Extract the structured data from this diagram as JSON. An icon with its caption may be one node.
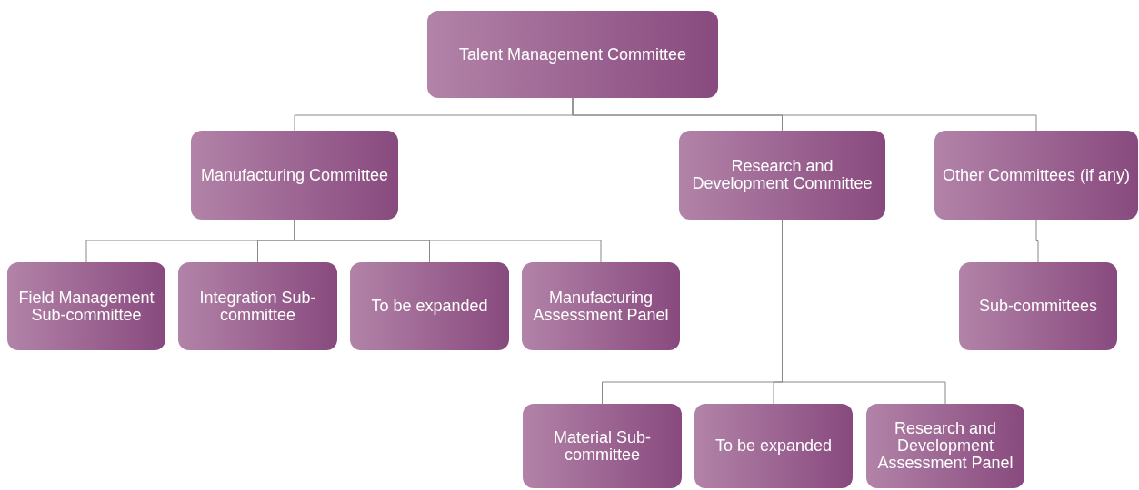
{
  "diagram": {
    "nodes": [
      {
        "text": [
          "Talent Management Committee"
        ]
      },
      {
        "text": [
          "Manufacturing Committee"
        ]
      },
      {
        "text": [
          "Research and Development Committee"
        ]
      },
      {
        "text": [
          "Other Committees (if any)"
        ]
      },
      {
        "text": [
          "Field Management Sub-committee"
        ]
      },
      {
        "text": [
          "Integration Sub-committee"
        ]
      },
      {
        "text": [
          "To be expanded"
        ]
      },
      {
        "text": [
          "Manufacturing Assessment Panel"
        ]
      },
      {
        "text": [
          "Sub-committees"
        ]
      },
      {
        "text": [
          "Material Sub-committee"
        ]
      },
      {
        "text": [
          "To be expanded"
        ]
      },
      {
        "text": [
          "Research and Development Assessment Panel"
        ]
      }
    ],
    "edges": [
      {
        "from": 0,
        "to": 1,
        "arrow": "none"
      },
      {
        "from": 0,
        "to": 2,
        "arrow": "none"
      },
      {
        "from": 0,
        "to": 3,
        "arrow": "none"
      },
      {
        "from": 1,
        "to": 4,
        "arrow": "none"
      },
      {
        "from": 1,
        "to": 5,
        "arrow": "none"
      },
      {
        "from": 1,
        "to": 6,
        "arrow": "none"
      },
      {
        "from": 1,
        "to": 7,
        "arrow": "none"
      },
      {
        "from": 3,
        "to": 8,
        "arrow": "none"
      },
      {
        "from": 2,
        "to": 9,
        "arrow": "none"
      },
      {
        "from": 2,
        "to": 10,
        "arrow": "none"
      },
      {
        "from": 2,
        "to": 11,
        "arrow": "none"
      }
    ]
  }
}
